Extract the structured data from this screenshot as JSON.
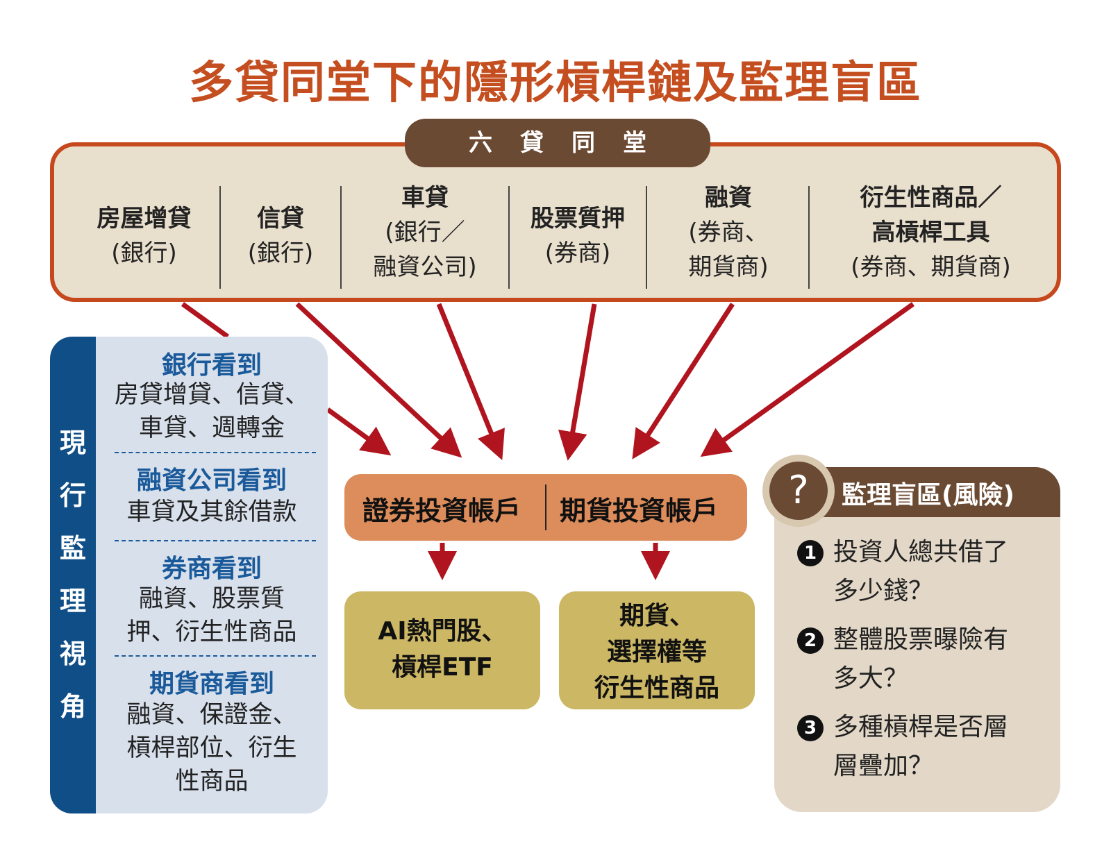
{
  "title": "多貸同堂下的隱形槓桿鏈及監理盲區",
  "top_tab": "六貸同堂",
  "loans": [
    {
      "name": "房屋增貸",
      "sub": "(銀行)"
    },
    {
      "name": "信貸",
      "sub": "(銀行)"
    },
    {
      "name": "車貸",
      "sub1": "(銀行／",
      "sub2": "融資公司)"
    },
    {
      "name": "股票質押",
      "sub": "(券商)"
    },
    {
      "name": "融資",
      "sub1": "(券商、",
      "sub2": "期貨商)"
    },
    {
      "name1": "衍生性商品／",
      "name2": "高槓桿工具",
      "sub": "(券商、期貨商)"
    }
  ],
  "left": {
    "bar_label": "現行監理視角",
    "sections": [
      {
        "heading": "銀行看到",
        "lines": [
          "房貸增貸、信貸、",
          "車貸、週轉金"
        ]
      },
      {
        "heading": "融資公司看到",
        "lines": [
          "車貸及其餘借款"
        ]
      },
      {
        "heading": "券商看到",
        "lines": [
          "融資、股票質",
          "押、衍生性商品"
        ]
      },
      {
        "heading": "期貨商看到",
        "lines": [
          "融資、保證金、",
          "槓桿部位、衍生",
          "性商品"
        ]
      }
    ]
  },
  "accounts": {
    "securities": "證券投資帳戶",
    "futures": "期貨投資帳戶"
  },
  "targets": {
    "ai": [
      "AI熱門股、",
      "槓桿ETF"
    ],
    "deriv": [
      "期貨、",
      "選擇權等",
      "衍生性商品"
    ]
  },
  "risk": {
    "icon": "?",
    "title": "監理盲區(風險)",
    "items": [
      {
        "num": "1",
        "lines": [
          "投資人總共借了",
          "多少錢？"
        ]
      },
      {
        "num": "2",
        "lines": [
          "整體股票曝險有",
          "多大？"
        ]
      },
      {
        "num": "3",
        "lines": [
          "多種槓桿是否層",
          "層疊加？"
        ]
      }
    ]
  },
  "colors": {
    "title": "#c44e1f",
    "arrow": "#b0141e",
    "brown": "#6b4a33",
    "blue": "#0f4e86"
  }
}
